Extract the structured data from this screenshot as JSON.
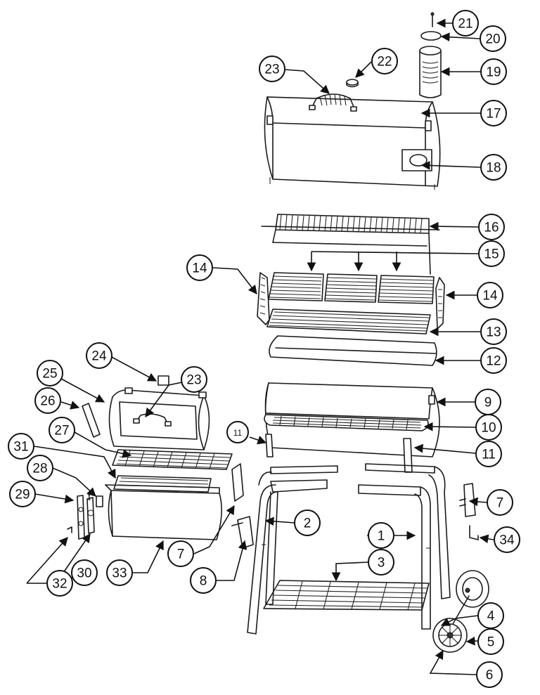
{
  "callouts": {
    "c1": "1",
    "c2": "2",
    "c3": "3",
    "c4": "4",
    "c5": "5",
    "c6": "6",
    "c7a": "7",
    "c7b": "7",
    "c8": "8",
    "c9": "9",
    "c10": "10",
    "c11a": "11",
    "c11b": "11",
    "c12": "12",
    "c13": "13",
    "c14a": "14",
    "c14b": "14",
    "c15": "15",
    "c16": "16",
    "c17": "17",
    "c18": "18",
    "c19": "19",
    "c20": "20",
    "c21": "21",
    "c22": "22",
    "c23a": "23",
    "c23b": "23",
    "c24": "24",
    "c25": "25",
    "c26": "26",
    "c27": "27",
    "c28": "28",
    "c29": "29",
    "c30": "30",
    "c31": "31",
    "c32": "32",
    "c33": "33",
    "c34": "34"
  }
}
